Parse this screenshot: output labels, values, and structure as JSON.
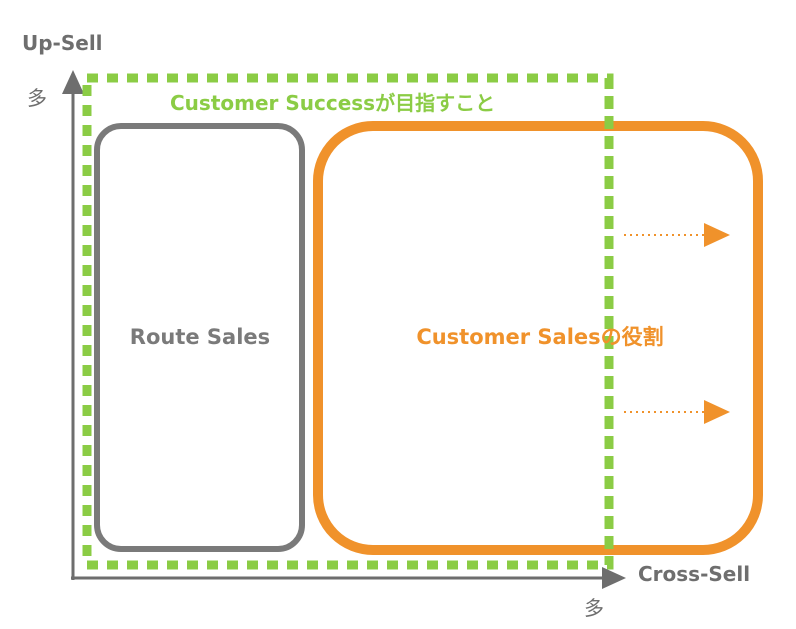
{
  "axes": {
    "y_label": "Up-Sell",
    "y_marker": "多",
    "x_label": "Cross-Sell",
    "x_marker": "多"
  },
  "regions": {
    "customer_success": {
      "label": "Customer Successが目指すこと",
      "color": "#8bcc45",
      "style": "dashed"
    },
    "route_sales": {
      "label": "Route Sales",
      "color": "#7a7a7a"
    },
    "customer_sales": {
      "label": "Customer Salesの役割",
      "color": "#f0922b"
    }
  },
  "arrows": {
    "axis_color": "#6e6e6e",
    "expansion_color": "#f0922b",
    "expansion_count": 2
  }
}
